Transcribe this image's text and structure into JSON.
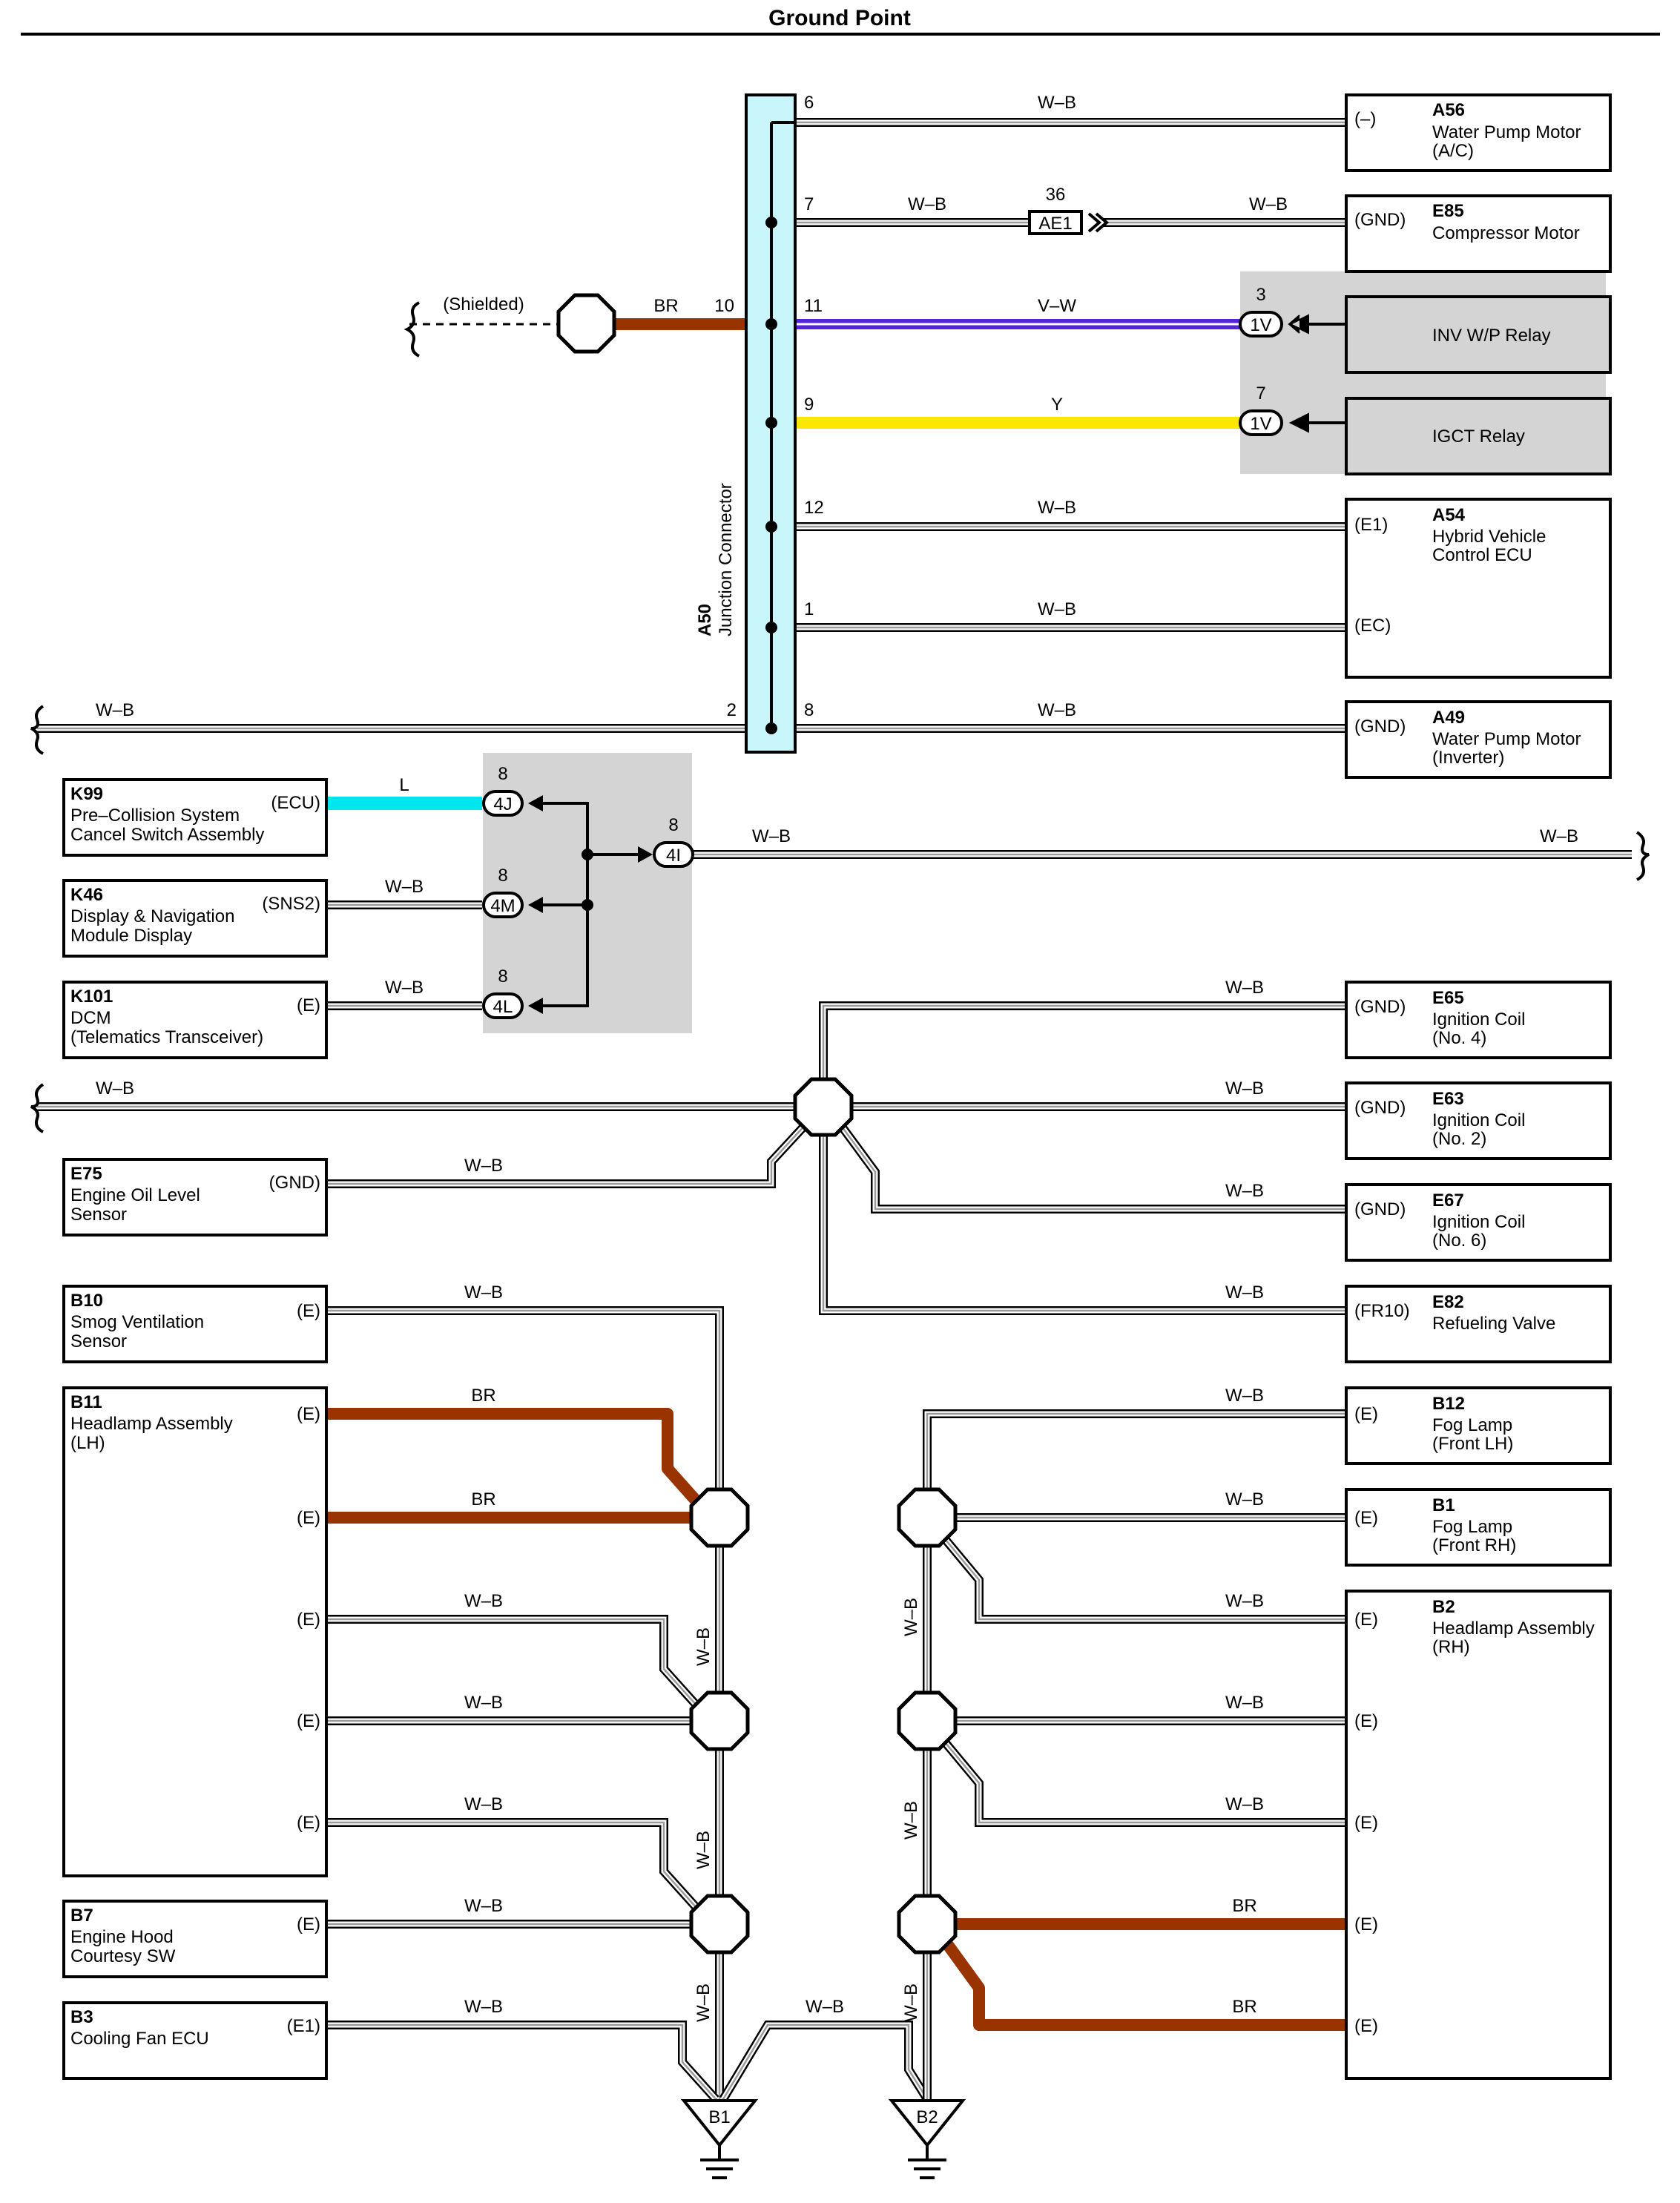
{
  "title": "Ground Point",
  "junction": {
    "code": "A50",
    "name": "Junction Connector"
  },
  "wires": {
    "wb": "W–B",
    "br": "BR",
    "vw": "V–W",
    "y": "Y",
    "l": "L"
  },
  "shielded": "(Shielded)",
  "pins": {
    "p1": "1",
    "p2": "2",
    "p3": "3",
    "p6": "6",
    "p7": "7",
    "p8": "8",
    "p9": "9",
    "p10": "10",
    "p11": "11",
    "p12": "12",
    "p36": "36"
  },
  "connectors": {
    "ae1": "AE1",
    "v1": "1V",
    "j4": "4J",
    "m4": "4M",
    "l4": "4L",
    "i4": "4I"
  },
  "grounds": {
    "b1": "B1",
    "b2": "B2"
  },
  "colors": {
    "br": "#993300",
    "vw": "#5522dd",
    "y": "#ffe600",
    "l": "#00e5ee",
    "shade": "#d4d4d4",
    "jbox": "#c8f6fa"
  },
  "comp": {
    "a56": {
      "code": "A56",
      "l1": "Water Pump Motor",
      "l2": "(A/C)",
      "term": "(–)"
    },
    "e85": {
      "code": "E85",
      "l1": "Compressor Motor",
      "term": "(GND)"
    },
    "inv": {
      "l1": "INV W/P Relay"
    },
    "igct": {
      "l1": "IGCT Relay"
    },
    "a54": {
      "code": "A54",
      "l1": "Hybrid Vehicle",
      "l2": "Control ECU",
      "term1": "(E1)",
      "term2": "(EC)"
    },
    "a49": {
      "code": "A49",
      "l1": "Water Pump Motor",
      "l2": "(Inverter)",
      "term": "(GND)"
    },
    "k99": {
      "code": "K99",
      "l1": "Pre–Collision System",
      "l2": "Cancel Switch Assembly",
      "term": "(ECU)"
    },
    "k46": {
      "code": "K46",
      "l1": "Display & Navigation",
      "l2": "Module Display",
      "term": "(SNS2)"
    },
    "k101": {
      "code": "K101",
      "l1": "DCM",
      "l2": "(Telematics Transceiver)",
      "term": "(E)"
    },
    "e65": {
      "code": "E65",
      "l1": "Ignition Coil",
      "l2": "(No. 4)",
      "term": "(GND)"
    },
    "e63": {
      "code": "E63",
      "l1": "Ignition Coil",
      "l2": "(No. 2)",
      "term": "(GND)"
    },
    "e67": {
      "code": "E67",
      "l1": "Ignition Coil",
      "l2": "(No. 6)",
      "term": "(GND)"
    },
    "e82": {
      "code": "E82",
      "l1": "Refueling Valve",
      "term": "(FR10)"
    },
    "e75": {
      "code": "E75",
      "l1": "Engine Oil Level",
      "l2": "Sensor",
      "term": "(GND)"
    },
    "b10": {
      "code": "B10",
      "l1": "Smog Ventilation",
      "l2": "Sensor",
      "term": "(E)"
    },
    "b11": {
      "code": "B11",
      "l1": "Headlamp Assembly",
      "l2": "(LH)",
      "term": "(E)"
    },
    "b7": {
      "code": "B7",
      "l1": "Engine Hood",
      "l2": "Courtesy SW",
      "term": "(E)"
    },
    "b3": {
      "code": "B3",
      "l1": "Cooling Fan ECU",
      "term": "(E1)"
    },
    "b12": {
      "code": "B12",
      "l1": "Fog Lamp",
      "l2": "(Front LH)",
      "term": "(E)"
    },
    "b1": {
      "code": "B1",
      "l1": "Fog Lamp",
      "l2": "(Front RH)",
      "term": "(E)"
    },
    "b2": {
      "code": "B2",
      "l1": "Headlamp Assembly",
      "l2": "(RH)",
      "term": "(E)"
    }
  }
}
